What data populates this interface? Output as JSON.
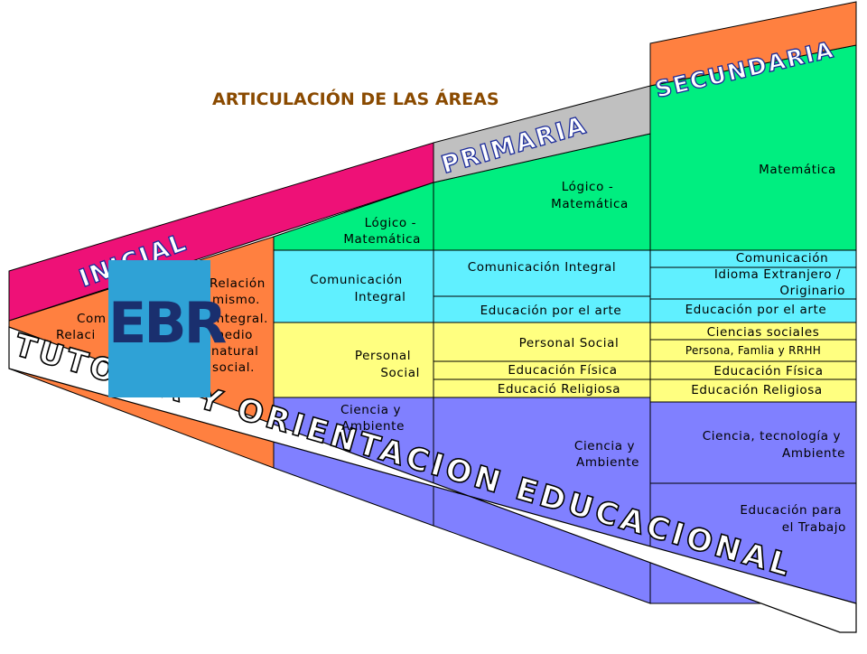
{
  "title": "ARTICULACIÓN DE LAS ÁREAS",
  "levels": {
    "inicial": "INICIAL",
    "primaria": "PRIMARIA",
    "secundaria": "SECUNDARIA"
  },
  "tutoria": "TUTORIA Y ORIENTACION EDUCACIONAL",
  "ebr_badge": "EBR",
  "inicial_areas": {
    "lines": [
      "Relación",
      "consigo mismo.",
      "Comunicación Integral.",
      "Relación con el medio",
      "natural",
      "y social."
    ],
    "visible_fragments": [
      "Relación",
      "mismo.",
      "Com",
      "Integral.",
      "Relaci",
      "medio",
      "natural",
      "social."
    ]
  },
  "columns": {
    "ciclo_ii": [
      {
        "label": "Lógico -\nMatemática",
        "color": "#00ee80"
      },
      {
        "label": "Comunicación\nIntegral",
        "color": "#60f0ff"
      },
      {
        "label": "Personal\nSocial",
        "color": "#ffff80"
      },
      {
        "label": "Ciencia y\nAmbiente",
        "color": "#8080ff"
      }
    ],
    "primaria": [
      {
        "label": "Lógico -\nMatemática",
        "color": "#00ee80"
      },
      {
        "label": "Comunicación Integral",
        "color": "#60f0ff"
      },
      {
        "label": "Educación por el arte",
        "color": "#60f0ff"
      },
      {
        "label": "Personal Social",
        "color": "#ffff80"
      },
      {
        "label": "Educación Física",
        "color": "#ffff80"
      },
      {
        "label": "Educació Religiosa",
        "color": "#ffff80"
      },
      {
        "label": "Ciencia y\nAmbiente",
        "color": "#8080ff"
      }
    ],
    "secundaria": [
      {
        "label": "Matemática",
        "color": "#00ee80"
      },
      {
        "label": "Comunicación",
        "color": "#60f0ff"
      },
      {
        "label": "Idioma Extranjero /\nOriginario",
        "color": "#60f0ff"
      },
      {
        "label": "Educación por el arte",
        "color": "#60f0ff"
      },
      {
        "label": "Ciencias sociales",
        "color": "#ffff80"
      },
      {
        "label": "Persona, Famlia y RRHH",
        "color": "#ffff80"
      },
      {
        "label": "Educación Física",
        "color": "#ffff80"
      },
      {
        "label": "Educación Religiosa",
        "color": "#ffff80"
      },
      {
        "label": "Ciencia, tecnología y\nAmbiente",
        "color": "#8080ff"
      },
      {
        "label": "Educación para\nel Trabajo",
        "color": "#8080ff"
      }
    ]
  },
  "colors": {
    "inicial_band": "#ee1177",
    "primaria_band": "#c0c0c0",
    "secundaria_band": "#ff8040",
    "inicial_body": "#ff8040",
    "green": "#00ee80",
    "cyan": "#60f0ff",
    "yellow": "#ffff80",
    "violet": "#8080ff",
    "ebr_box": "#2fa2d6"
  }
}
